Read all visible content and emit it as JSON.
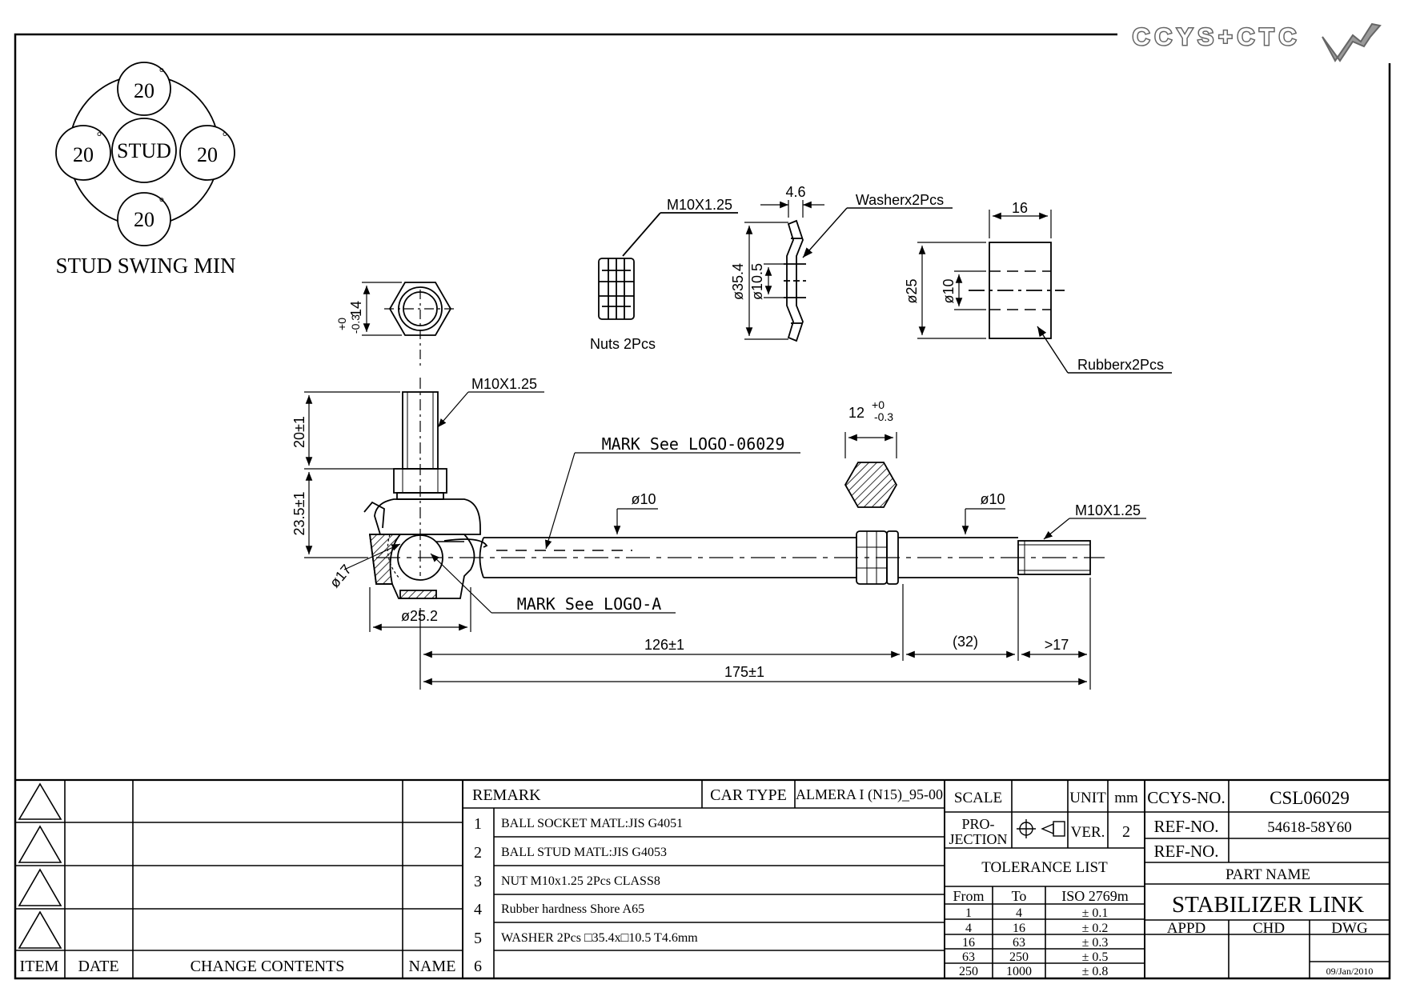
{
  "logo": {
    "text": "CCYS+CTC"
  },
  "swing": {
    "center": "STUD",
    "angles": [
      "20",
      "20",
      "20",
      "20"
    ],
    "degree_mark": "°",
    "caption": "STUD SWING MIN"
  },
  "labels": {
    "nut_thread": "M10X1.25",
    "nuts_caption": "Nuts 2Pcs",
    "washer_thickness": "4.6",
    "washer_caption": "Washerx2Pcs",
    "washer_od": "ø35.4",
    "washer_id": "ø10.5",
    "rubber_length": "16",
    "rubber_od": "ø25",
    "rubber_id": "ø10",
    "rubber_caption": "Rubberx2Pcs",
    "hex14_a": "14",
    "hex14_b": "+0",
    "hex14_c": "-0.3",
    "stud_thread": "M10X1.25",
    "stud_len": "20±1",
    "stud_height": "23.5±1",
    "ball_dia": "ø17",
    "socket_dia": "ø25.2",
    "mark1": "MARK See LOGO-06029",
    "mark2": "MARK See LOGO-A",
    "hex12_a": "12",
    "hex12_b": "+0",
    "hex12_c": "-0.3",
    "shaft1": "ø10",
    "shaft2": "ø10",
    "end_thread": "M10X1.25",
    "dim126": "126±1",
    "dim32": "(32)",
    "dim17": ">17",
    "dim175": "175±1"
  },
  "titleblock": {
    "rev_headers": {
      "item": "ITEM",
      "date": "DATE",
      "change": "CHANGE CONTENTS",
      "name": "NAME"
    },
    "remark_label": "REMARK",
    "car_type_label": "CAR TYPE",
    "car_type": "ALMERA I (N15)_95-00",
    "remarks": [
      {
        "no": "1",
        "text": "BALL SOCKET MATL:JIS G4051"
      },
      {
        "no": "2",
        "text": "BALL STUD MATL:JIS G4053"
      },
      {
        "no": "3",
        "text": "NUT M10x1.25 2Pcs CLASS8"
      },
      {
        "no": "4",
        "text": "Rubber hardness Shore A65"
      },
      {
        "no": "5",
        "text": "WASHER 2Pcs □35.4x□10.5 T4.6mm"
      },
      {
        "no": "6",
        "text": ""
      }
    ],
    "scale_label": "SCALE",
    "unit_label": "UNIT",
    "unit": "mm",
    "projection_a": "PRO-",
    "projection_b": "JECTION",
    "ver_label": "VER.",
    "ver": "2",
    "tolerance_label": "TOLERANCE LIST",
    "tol_headers": {
      "from": "From",
      "to": "To",
      "iso": "ISO 2769m"
    },
    "tolerances": [
      {
        "from": "1",
        "to": "4",
        "tol": "± 0.1"
      },
      {
        "from": "4",
        "to": "16",
        "tol": "± 0.2"
      },
      {
        "from": "16",
        "to": "63",
        "tol": "± 0.3"
      },
      {
        "from": "63",
        "to": "250",
        "tol": "± 0.5"
      },
      {
        "from": "250",
        "to": "1000",
        "tol": "± 0.8"
      }
    ],
    "ccys_no_label": "CCYS-NO.",
    "ccys_no": "CSL06029",
    "ref_no_label": "REF-NO.",
    "ref_no": "54618-58Y60",
    "ref_no2_label": "REF-NO.",
    "ref_no2": "",
    "part_name_label": "PART NAME",
    "part_name": "STABILIZER LINK",
    "appd": "APPD",
    "chd": "CHD",
    "dwg": "DWG",
    "date": "09/Jan/2010"
  }
}
